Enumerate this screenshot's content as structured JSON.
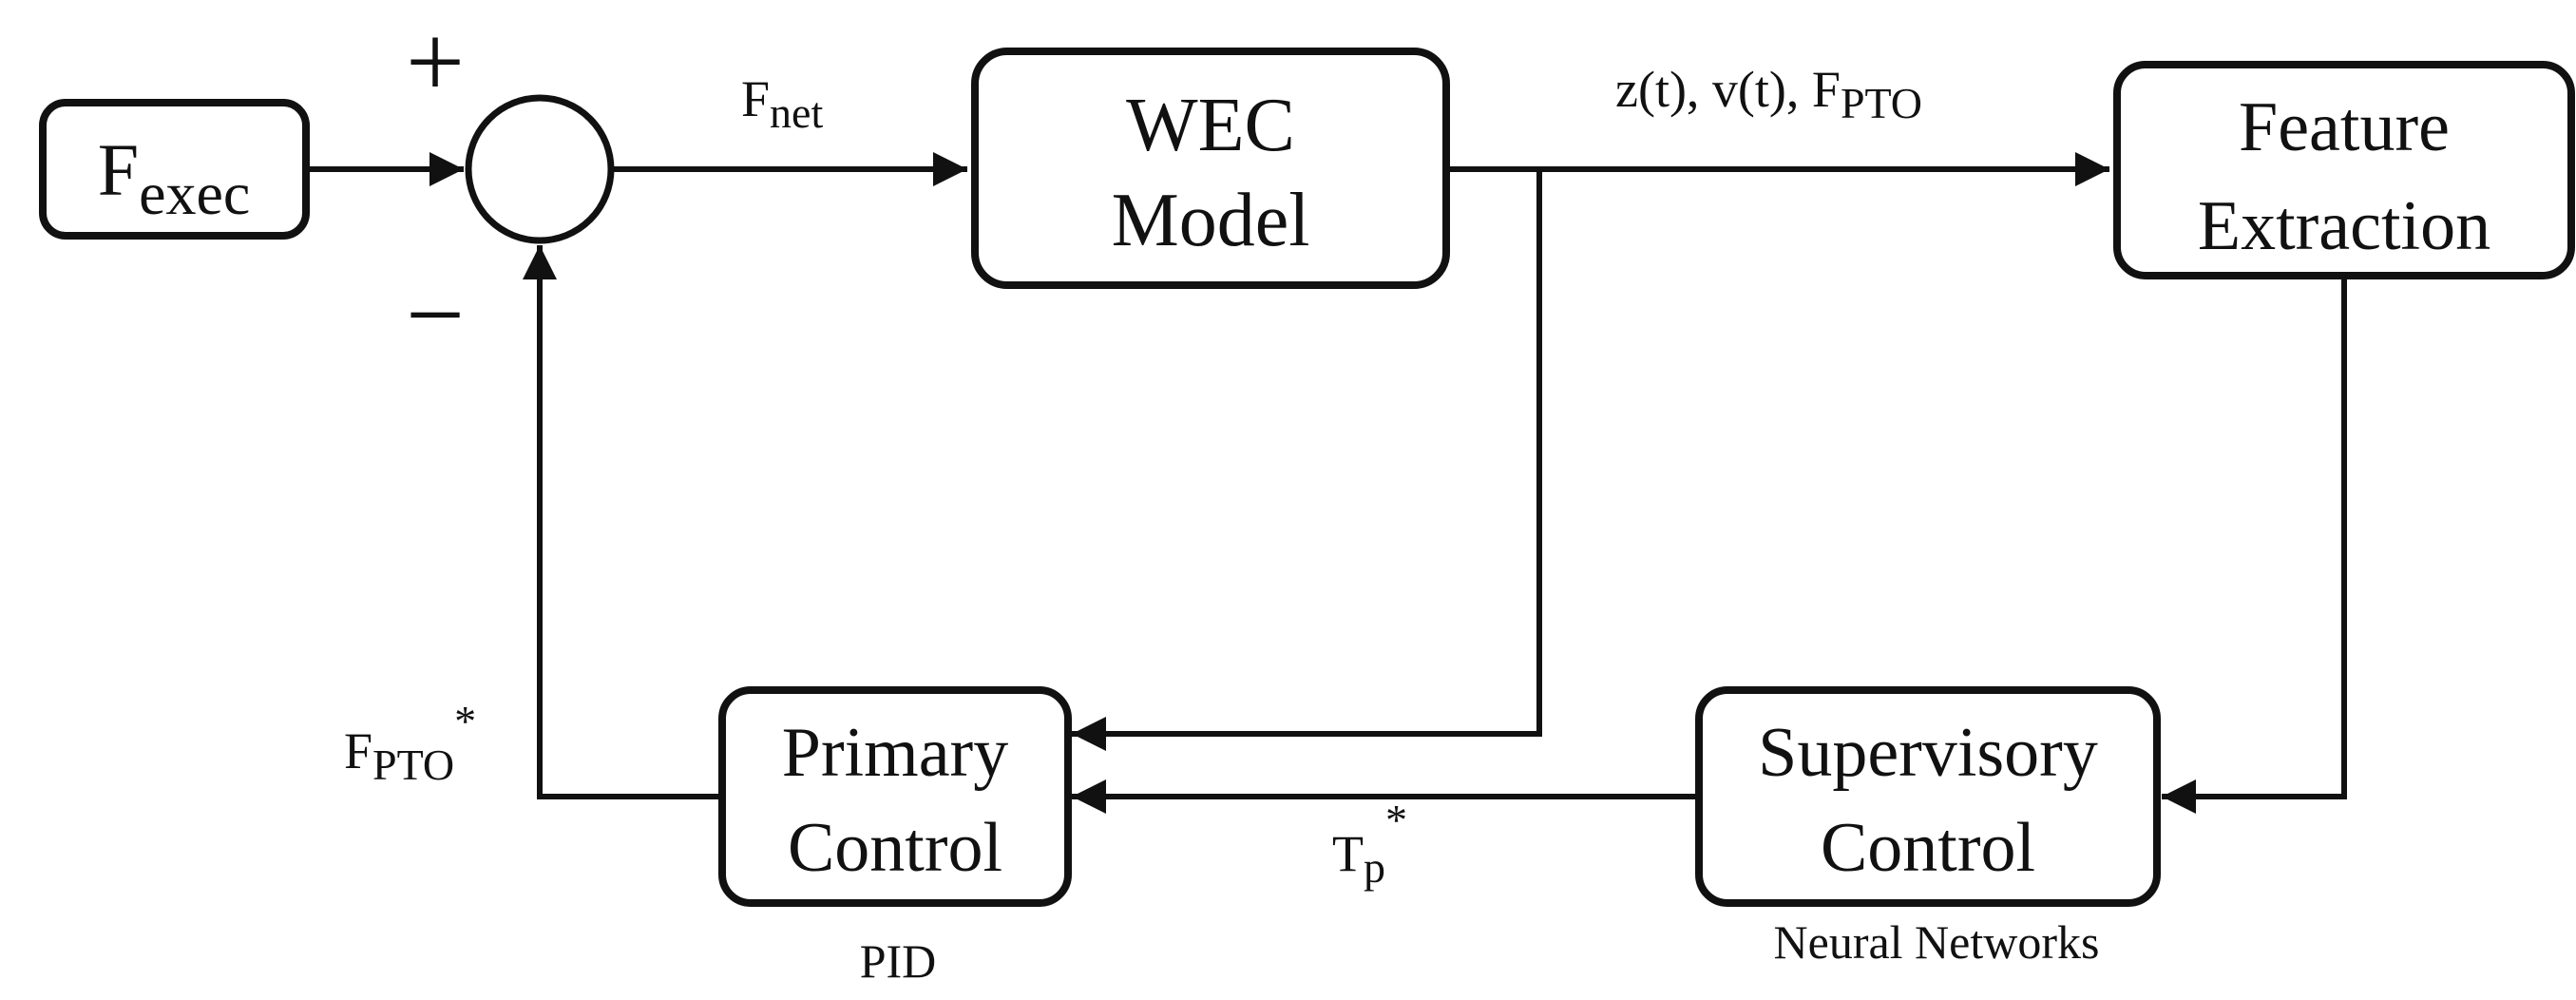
{
  "blocks": {
    "f_exec": {
      "main": "F",
      "sub": "exec"
    },
    "wec_model": {
      "line1": "WEC",
      "line2": "Model"
    },
    "feature_extraction": {
      "line1": "Feature",
      "line2": "Extraction"
    },
    "primary_control": {
      "line1": "Primary",
      "line2": "Control",
      "caption": "PID"
    },
    "supervisory_control": {
      "line1": "Supervisory",
      "line2": "Control",
      "caption": "Neural Networks"
    }
  },
  "summing_junction": {
    "plus": "+",
    "minus": "−"
  },
  "signals": {
    "f_net": {
      "main": "F",
      "sub": "net"
    },
    "outputs": {
      "prefix": "z(t), v(t), F",
      "sub": "PTO"
    },
    "f_pto_ref": {
      "main": "F",
      "sub": "PTO",
      "sup": "*"
    },
    "tp_ref": {
      "main": "T",
      "sub": "p",
      "sup": "*"
    }
  }
}
